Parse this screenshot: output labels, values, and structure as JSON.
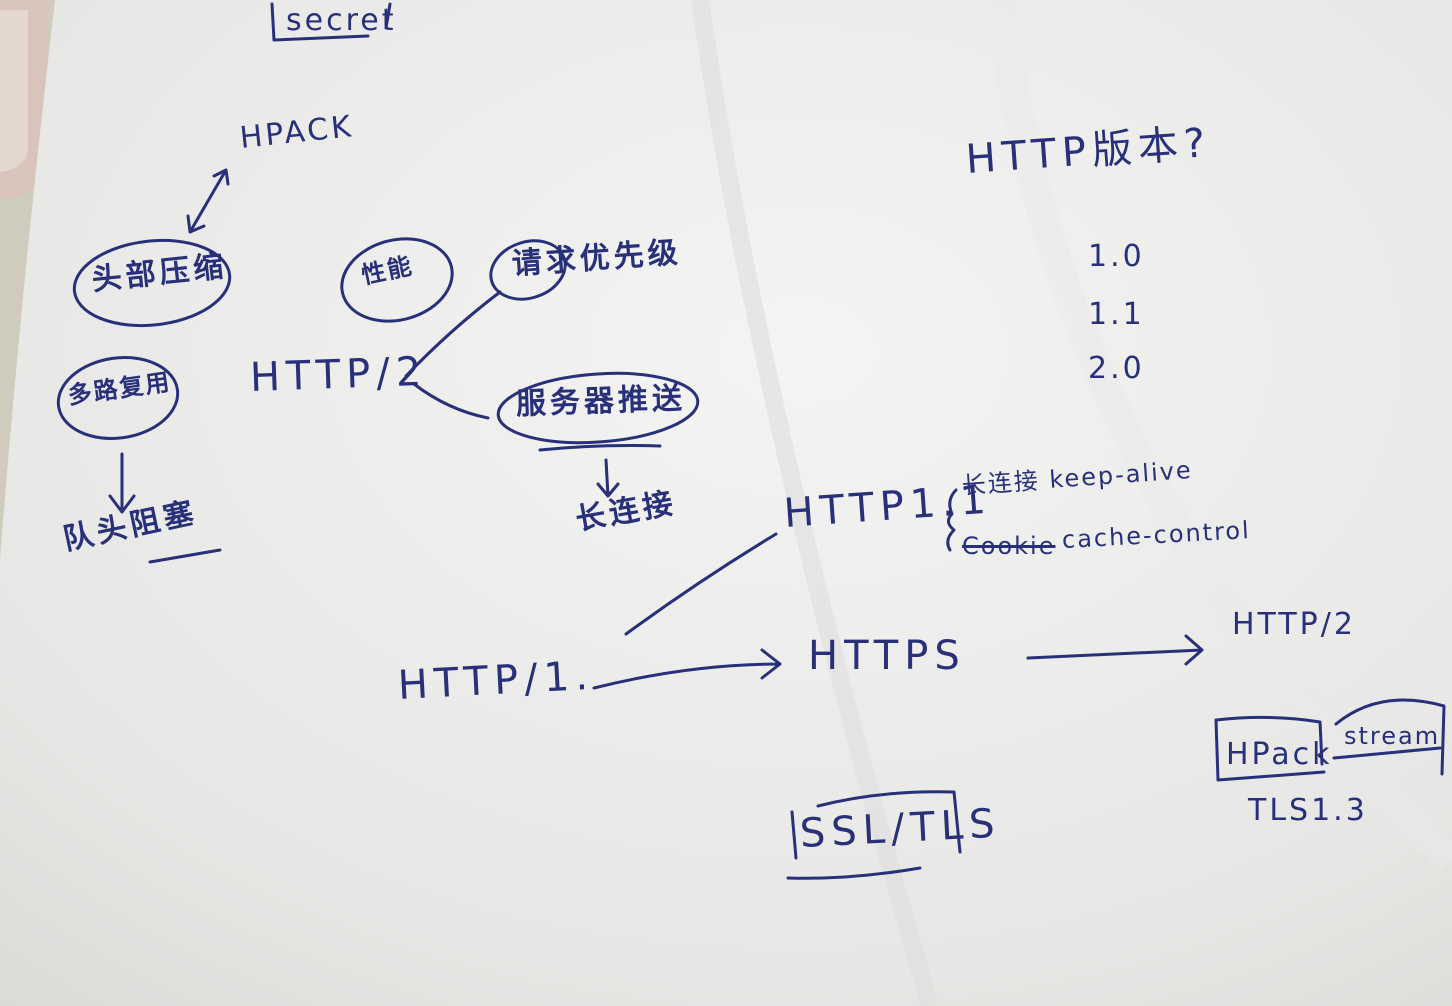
{
  "colors": {
    "ink": "#28307a",
    "paper": "#efefef",
    "background": "#c9c6b8"
  },
  "notes": {
    "secret": "secret",
    "hpack_top": "HPACK",
    "header_compress": "头部压缩",
    "multiplex": "多路复用",
    "head_block": "队头阻塞",
    "performance": "性能",
    "http2_center": "HTTP/2",
    "priority": "请求优先级",
    "server_push": "服务器推送",
    "long_conn_mid": "长连接",
    "http_version_q": "HTTP版本?",
    "ver_10": "1.0",
    "ver_11": "1.1",
    "ver_20": "2.0",
    "http11": "HTTP1.1",
    "keep_alive": "长连接 keep-alive",
    "cookie_struck": "Cookie",
    "cache_control": "cache-control",
    "http1": "HTTP/1.",
    "https": "HTTPS",
    "http2_right": "HTTP/2",
    "ssl_tls": "SSL/TLS",
    "hpack_box": "HPack",
    "stream_box": "stream",
    "tls13": "TLS1.3"
  }
}
